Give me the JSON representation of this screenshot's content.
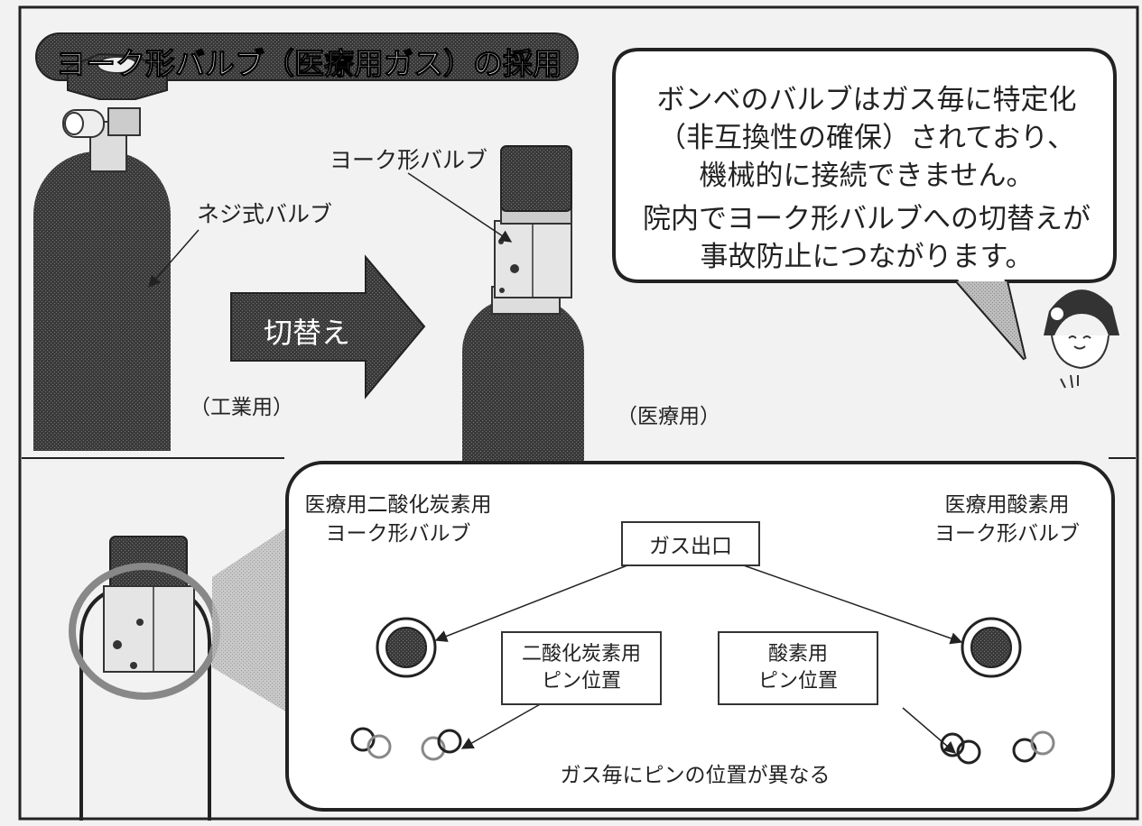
{
  "title": "ヨーク形バルブ（医療用ガス）の採用",
  "speech_bubble": {
    "line1": "ボンベのバルブはガス毎に特定化",
    "line2": "（非互換性の確保）されており、",
    "line3": "機械的に接続できません。",
    "line4": "院内でヨーク形バルブへの切替えが",
    "line5": "事故防止につながります。"
  },
  "labels": {
    "screw_valve": "ネジ式バルブ",
    "yoke_valve": "ヨーク形バルブ",
    "switch": "切替え",
    "industrial": "（工業用）",
    "medical": "（医療用）",
    "co2_yoke_line1": "医療用二酸化炭素用",
    "co2_yoke_line2": "ヨーク形バルブ",
    "o2_yoke_line1": "医療用酸素用",
    "o2_yoke_line2": "ヨーク形バルブ",
    "gas_outlet": "ガス出口",
    "co2_pin_line1": "二酸化炭素用",
    "co2_pin_line2": "ピン位置",
    "o2_pin_line1": "酸素用",
    "o2_pin_line2": "ピン位置",
    "pin_difference": "ガス毎にピンの位置が異なる"
  }
}
